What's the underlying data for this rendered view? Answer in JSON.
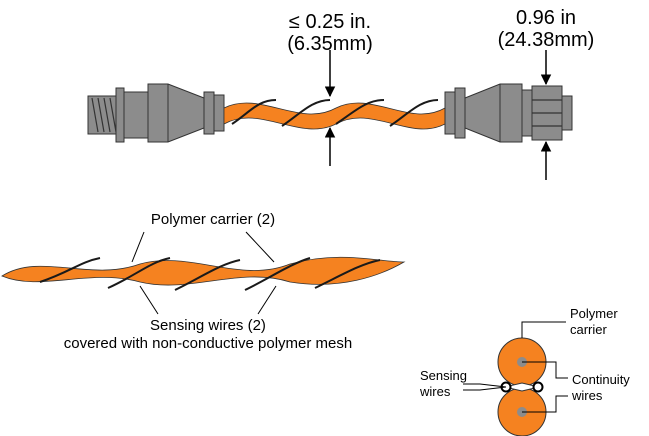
{
  "dimensions": {
    "width_line1": "≤ 0.25 in.",
    "width_line2": "(6.35mm)",
    "connector_line1": "0.96 in",
    "connector_line2": "(24.38mm)"
  },
  "twisted_cable": {
    "carrier_label": "Polymer carrier (2)",
    "sensing_line1": "Sensing wires (2)",
    "sensing_line2": "covered with non-conductive polymer mesh"
  },
  "cross_section": {
    "carrier_line1": "Polymer",
    "carrier_line2": "carrier",
    "sensing_line1": "Sensing",
    "sensing_line2": "wires",
    "continuity_line1": "Continuity",
    "continuity_line2": "wires"
  },
  "colors": {
    "cable": "#f58220",
    "connector": "#8c8c8c",
    "stripe": "#1a1a1a"
  }
}
